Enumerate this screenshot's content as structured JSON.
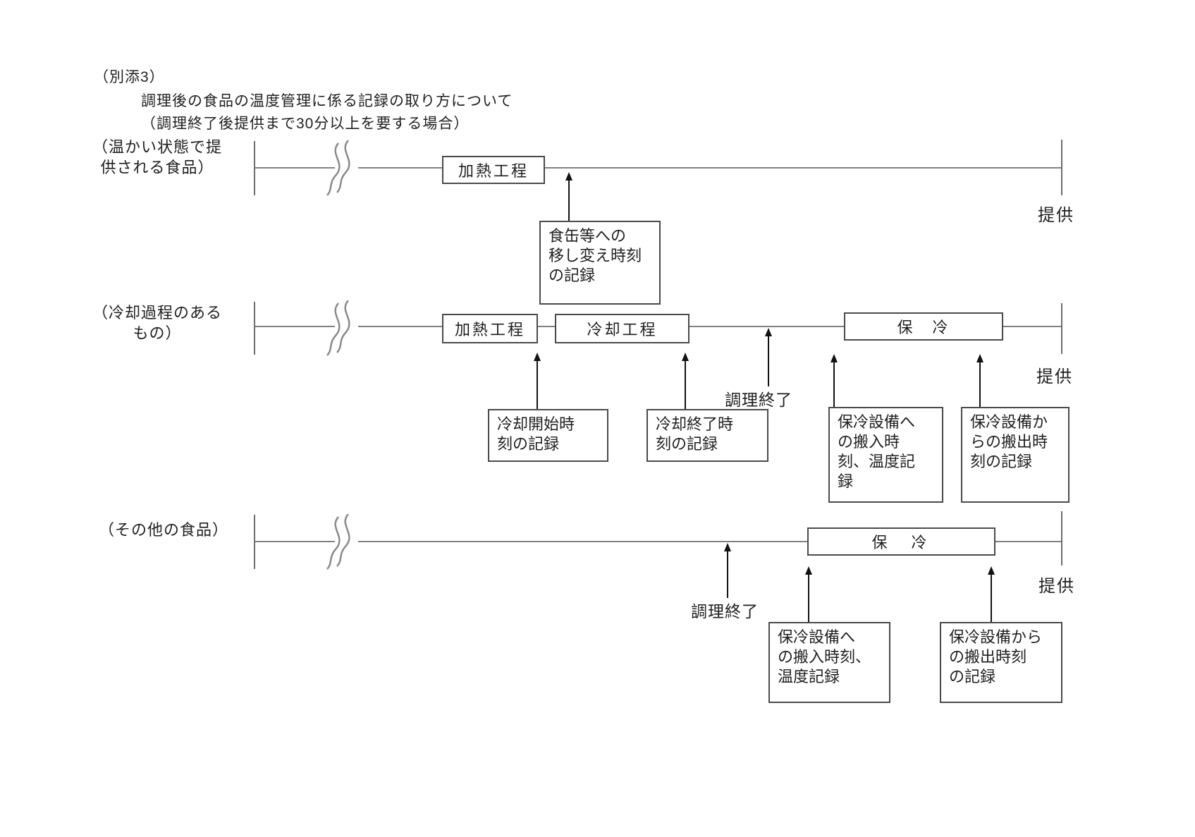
{
  "header": {
    "attachment_label": "（別添3）",
    "title": "調理後の食品の温度管理に係る記録の取り方について",
    "condition": "（調理終了後提供まで30分以上を要する場合）"
  },
  "rows": {
    "warm": {
      "label": "（温かい状態で提\n供される食品）",
      "heating_box": "加熱工程",
      "transfer_record_box": "食缶等への\n移し変え時刻\nの記録",
      "serve_label": "提供"
    },
    "cooling": {
      "label": "（冷却過程のある\nもの）",
      "heating_box": "加熱工程",
      "cooling_box": "冷却工程",
      "cold_storage_box": "保　冷",
      "cooking_end_label": "調理終了",
      "cooling_start_record_box": "冷却開始時\n刻の記録",
      "cooling_end_record_box": "冷却終了時\n刻の記録",
      "storage_in_record_box": "保冷設備へ\nの搬入時\n刻、温度記\n録",
      "storage_out_record_box": "保冷設備か\nらの搬出時\n刻の記録",
      "serve_label": "提供"
    },
    "other": {
      "label": "（その他の食品）",
      "cold_storage_box": "保　冷",
      "cooking_end_label": "調理終了",
      "storage_in_record_box": "保冷設備へ\nの搬入時刻、\n温度記録",
      "storage_out_record_box": "保冷設備から\nの搬出時刻\nの記録",
      "serve_label": "提供"
    }
  },
  "colors": {
    "background": "#ffffff",
    "text": "#1f1f1f",
    "timeline_line": "#828282",
    "box_border": "#4a4a4a",
    "arrow": "#121212"
  }
}
